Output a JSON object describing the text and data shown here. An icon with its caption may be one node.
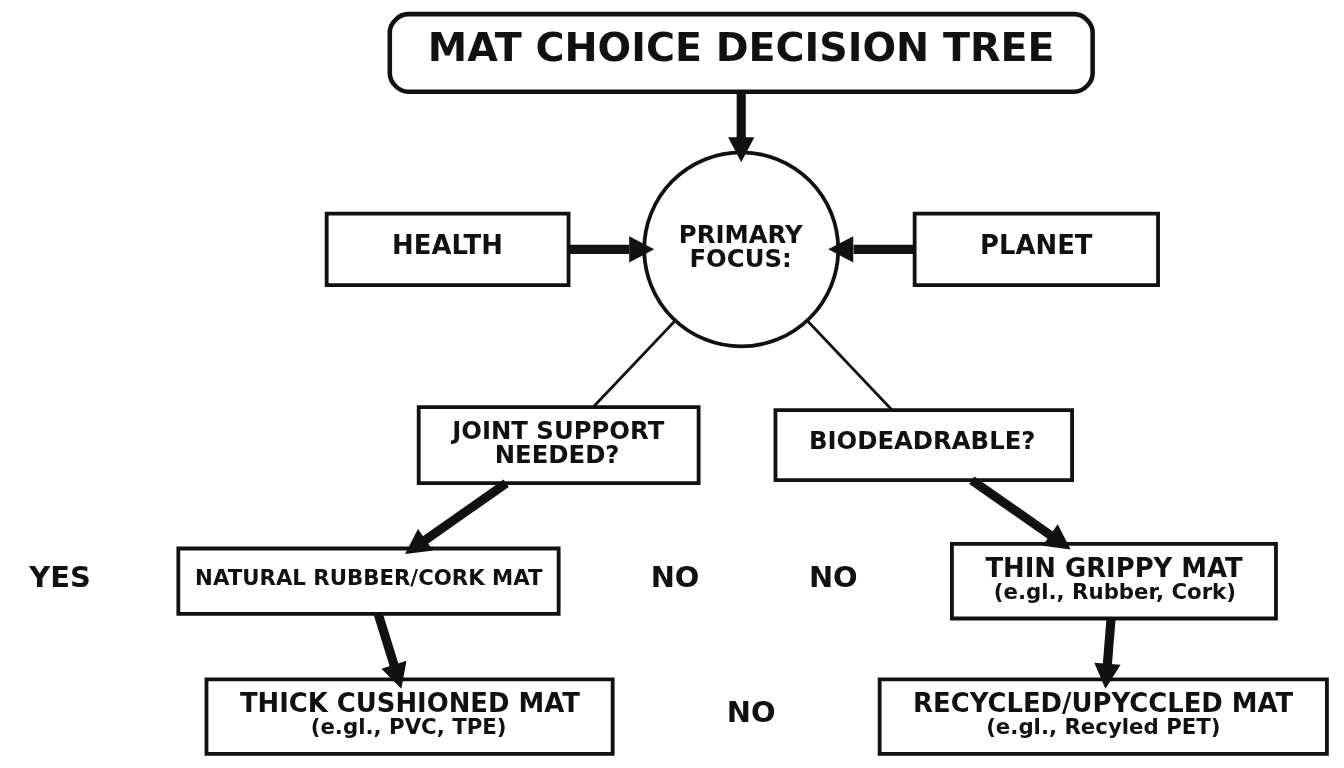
{
  "diagram": {
    "nodes": [
      {
        "text": [
          "MAT CHOICE DECISION TREE"
        ]
      },
      {
        "text": [
          "HEALTH"
        ]
      },
      {
        "text": [
          "PRIMARY FOCUS:"
        ]
      },
      {
        "text": [
          "PLANET"
        ]
      },
      {
        "text": [
          "JOINT SUPPORT NEEDED?"
        ]
      },
      {
        "text": [
          "BIODEADRABLE?"
        ]
      },
      {
        "text": [
          "NATURAL RUBBER/CORK MAT"
        ]
      },
      {
        "text": [
          "THIN GRIPPY MAT",
          "(e.gl., Rubber, Cork)"
        ]
      },
      {
        "text": [
          "THICK CUSHIONED MAT",
          "(e.gl., PVC, TPE)"
        ]
      },
      {
        "text": [
          "RECYCLED/UPYCCLED MAT",
          "(e.gl., Recyled PET)"
        ]
      }
    ],
    "edges": [
      {
        "from": 0,
        "to": 2,
        "arrow": "to"
      },
      {
        "from": 1,
        "to": 2,
        "arrow": "to"
      },
      {
        "from": 3,
        "to": 2,
        "arrow": "to"
      },
      {
        "from": 2,
        "to": 4,
        "arrow": "none"
      },
      {
        "from": 2,
        "to": 5,
        "arrow": "none"
      },
      {
        "from": 4,
        "to": 6,
        "arrow": "to"
      },
      {
        "from": 5,
        "to": 7,
        "arrow": "to"
      },
      {
        "from": 6,
        "to": 8,
        "arrow": "to"
      },
      {
        "from": 7,
        "to": 9,
        "arrow": "to"
      }
    ],
    "labels": [
      "YES",
      "NO",
      "NO",
      "NO"
    ]
  }
}
